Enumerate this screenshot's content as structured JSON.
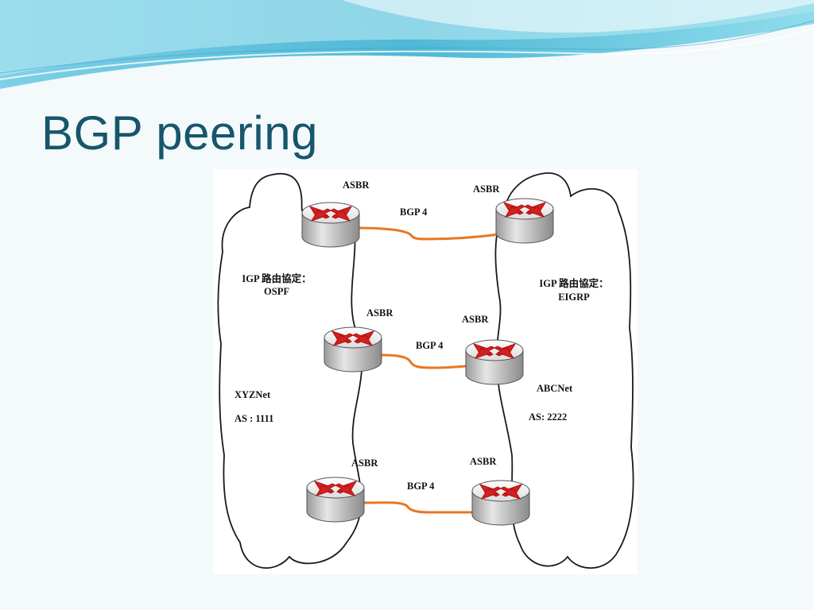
{
  "slide": {
    "title": "BGP peering"
  },
  "diagram": {
    "left_network": {
      "igp_label": "IGP 路由協定：",
      "igp_protocol": "OSPF",
      "name": "XYZNet",
      "as_number": "AS : 1111"
    },
    "right_network": {
      "igp_label": "IGP 路由協定：",
      "igp_protocol": "EIGRP",
      "name": "ABCNet",
      "as_number": "AS: 2222"
    },
    "router_label": "ASBR",
    "peerings": [
      {
        "label": "BGP 4",
        "left_router": "ASBR",
        "right_router": "ASBR"
      },
      {
        "label": "BGP 4",
        "left_router": "ASBR",
        "right_router": "ASBR"
      },
      {
        "label": "BGP 4",
        "left_router": "ASBR",
        "right_router": "ASBR"
      }
    ]
  },
  "colors": {
    "title": "#17566b",
    "link": "#e87722",
    "router_arrow": "#d42020",
    "header_wave": "#5ec3dd"
  }
}
